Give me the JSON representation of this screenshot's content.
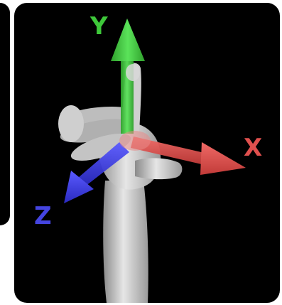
{
  "axes": {
    "y": {
      "label": "Y",
      "color": "#3ec83a"
    },
    "x": {
      "label": "X",
      "color": "#e0504e"
    },
    "z": {
      "label": "Z",
      "color": "#4545e0"
    }
  },
  "hand": {
    "color": "#c8c8c8"
  },
  "background": {
    "color": "#000000"
  }
}
